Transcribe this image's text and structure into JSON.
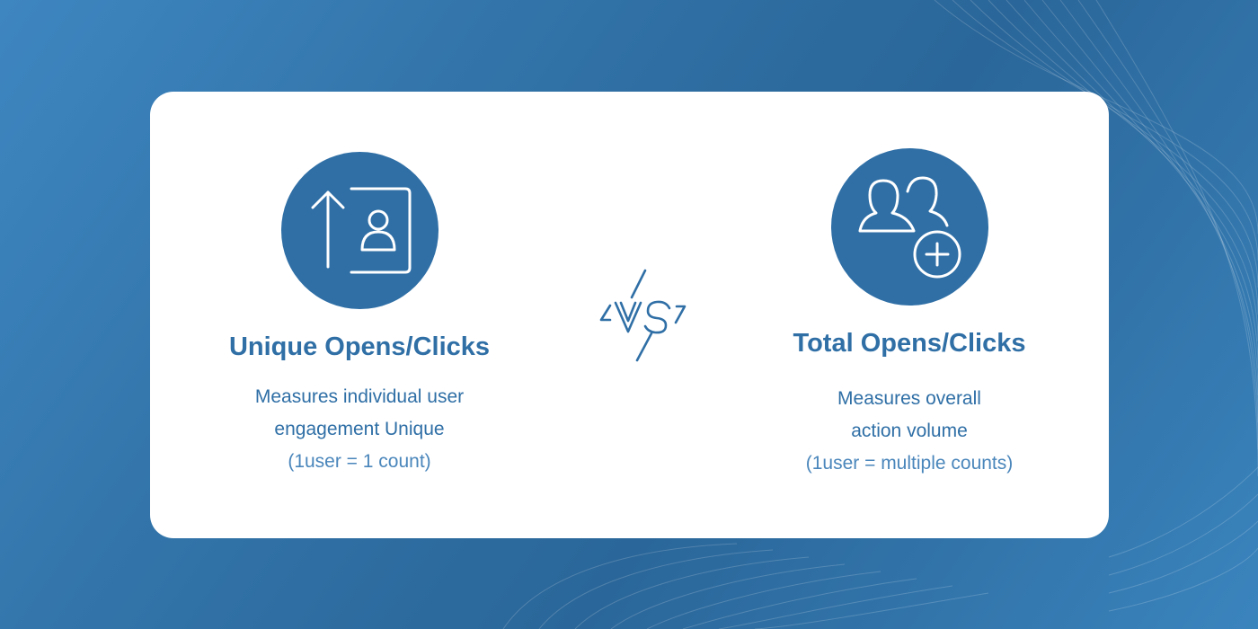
{
  "left": {
    "icon": "user-arrow-up-icon",
    "title": "Unique Opens/Clicks",
    "desc_line1": "Measures individual user",
    "desc_line2": "engagement Unique",
    "desc_line3": "(1user = 1 count)"
  },
  "vs": {
    "icon": "vs-lightning-icon",
    "label": "VS"
  },
  "right": {
    "icon": "users-plus-icon",
    "title": "Total Opens/Clicks",
    "desc_line1": "Measures overall",
    "desc_line2": "action volume",
    "desc_line3": "(1user = multiple counts)"
  },
  "colors": {
    "accent": "#2f6fa6",
    "background": "#2f6fa3",
    "card": "#ffffff"
  }
}
